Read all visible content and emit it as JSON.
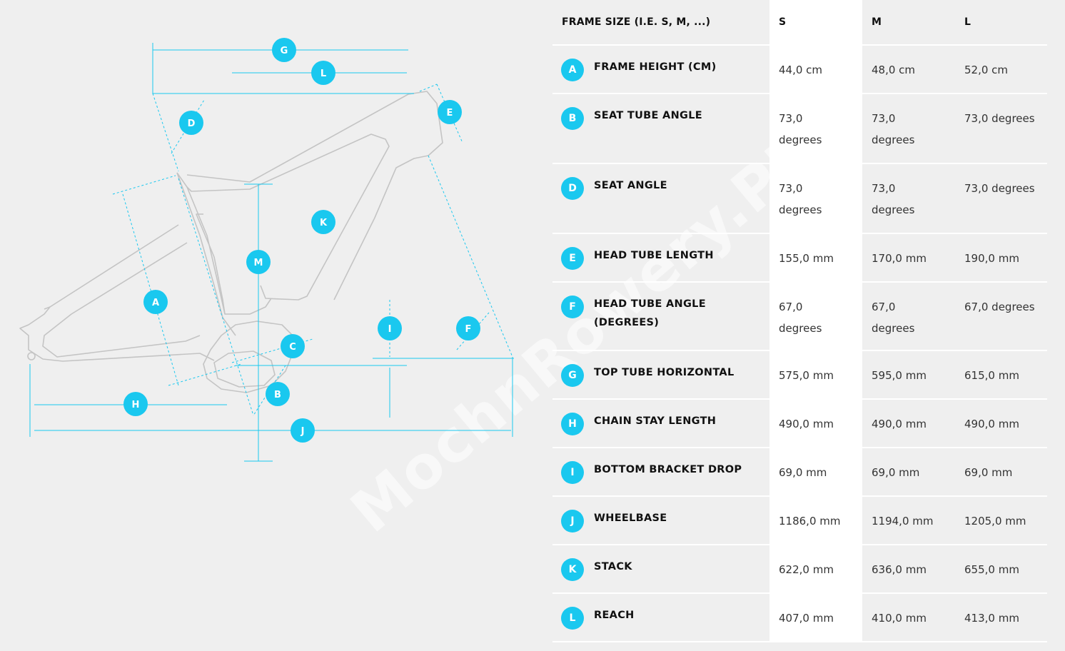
{
  "header": {
    "label": "FRAME SIZE (I.E. S, M, ...)",
    "sizes": [
      "S",
      "M",
      "L"
    ]
  },
  "rows": [
    {
      "letter": "A",
      "label": "FRAME HEIGHT (CM)",
      "s": "44,0 cm",
      "m": "48,0 cm",
      "l": "52,0 cm"
    },
    {
      "letter": "B",
      "label": "SEAT TUBE ANGLE",
      "s": "73,0 degrees",
      "m": "73,0 degrees",
      "l": "73,0 degrees"
    },
    {
      "letter": "D",
      "label": "SEAT ANGLE",
      "s": "73,0 degrees",
      "m": "73,0 degrees",
      "l": "73,0 degrees"
    },
    {
      "letter": "E",
      "label": "HEAD TUBE LENGTH",
      "s": "155,0 mm",
      "m": "170,0 mm",
      "l": "190,0 mm"
    },
    {
      "letter": "F",
      "label": "HEAD TUBE ANGLE (DEGREES)",
      "s": "67,0 degrees",
      "m": "67,0 degrees",
      "l": "67,0 degrees"
    },
    {
      "letter": "G",
      "label": "TOP TUBE HORIZONTAL",
      "s": "575,0 mm",
      "m": "595,0 mm",
      "l": "615,0 mm"
    },
    {
      "letter": "H",
      "label": "CHAIN STAY LENGTH",
      "s": "490,0 mm",
      "m": "490,0 mm",
      "l": "490,0 mm"
    },
    {
      "letter": "I",
      "label": "BOTTOM BRACKET DROP",
      "s": "69,0 mm",
      "m": "69,0 mm",
      "l": "69,0 mm"
    },
    {
      "letter": "J",
      "label": "WHEELBASE",
      "s": "1186,0 mm",
      "m": "1194,0 mm",
      "l": "1205,0 mm"
    },
    {
      "letter": "K",
      "label": "STACK",
      "s": "622,0 mm",
      "m": "636,0 mm",
      "l": "655,0 mm"
    },
    {
      "letter": "L",
      "label": "REACH",
      "s": "407,0 mm",
      "m": "410,0 mm",
      "l": "413,0 mm"
    }
  ],
  "diagram": {
    "badges": [
      {
        "letter": "G"
      },
      {
        "letter": "L"
      },
      {
        "letter": "D"
      },
      {
        "letter": "E"
      },
      {
        "letter": "K"
      },
      {
        "letter": "M"
      },
      {
        "letter": "A"
      },
      {
        "letter": "C"
      },
      {
        "letter": "I"
      },
      {
        "letter": "F"
      },
      {
        "letter": "H"
      },
      {
        "letter": "B"
      },
      {
        "letter": "J"
      }
    ]
  },
  "watermark": "MochnRowery.PL",
  "colors": {
    "accent": "#1ac8ef",
    "background": "#efefef",
    "highlight_column": "#ffffff",
    "frame_outline": "#bfbfbf"
  }
}
